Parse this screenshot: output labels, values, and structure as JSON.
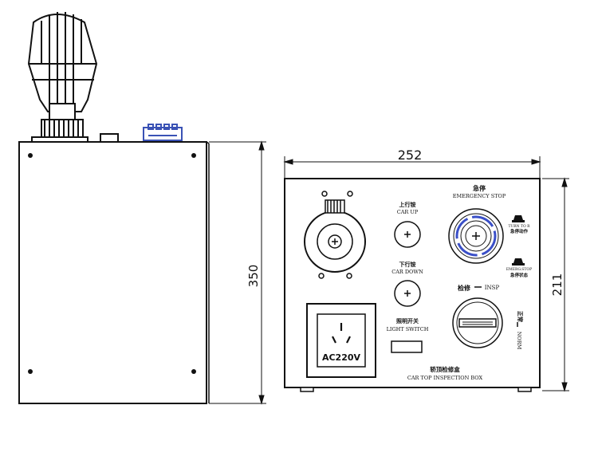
{
  "dimensions": {
    "side_height": "350",
    "front_width": "252",
    "front_height": "211"
  },
  "front_panel": {
    "car_up_cn": "上行铵",
    "car_up_en": "CAR UP",
    "car_down_cn": "下行铵",
    "car_down_en": "CAR DOWN",
    "emergency_cn": "急停",
    "emergency_en": "EMERGENCY STOP",
    "stop_hint_1": "TURN TO R",
    "stop_hint_2": "急停动作",
    "stop_hint_3": "EMERG.STOP",
    "stop_hint_4": "急停状态",
    "inspection_cn": "检修",
    "inspection_en": "INSP",
    "normal_cn": "正常",
    "normal_en": "NORM",
    "light_switch_cn": "照明开关",
    "light_switch_en": "LIGHT SWITCH",
    "socket_label": "AC220V",
    "box_title_cn": "轿顶检修盒",
    "box_title_en": "CAR TOP INSPECTION BOX"
  },
  "icons": [
    "beacon-lamp-icon",
    "plus-icon",
    "socket-icon",
    "warning-lamp-icon"
  ],
  "colors": {
    "line": "#111111",
    "emergency_ring": "#3a4fc8",
    "connector": "#3a52b5"
  }
}
